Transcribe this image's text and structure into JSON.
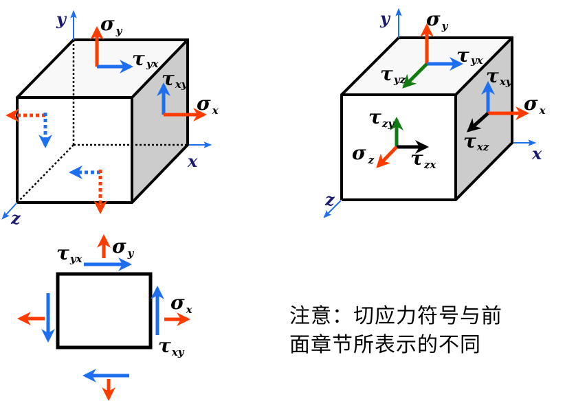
{
  "colors": {
    "normal_stress": "#ff3c00",
    "shear_xy": "#1e6ff0",
    "shear_z": "#117a11",
    "shear_black": "#000000",
    "axis": "#1e6ff0",
    "axis_label": "#1a1a6e",
    "top_face": "#f8f8f8",
    "right_face": "#cccccc"
  },
  "left_cube": {
    "axes": {
      "x": "x",
      "y": "y",
      "z": "z"
    },
    "labels": {
      "sigma_y": {
        "sym": "σ",
        "sub": "y"
      },
      "tau_yx": {
        "sym": "τ",
        "sub": "yx"
      },
      "tau_xy": {
        "sym": "τ",
        "sub": "xy"
      },
      "sigma_x": {
        "sym": "σ",
        "sub": "x"
      }
    }
  },
  "right_cube": {
    "axes": {
      "x": "x",
      "y": "y",
      "z": "z"
    },
    "labels": {
      "sigma_y": {
        "sym": "σ",
        "sub": "y"
      },
      "tau_yx": {
        "sym": "τ",
        "sub": "yx"
      },
      "tau_yz": {
        "sym": "τ",
        "sub": "yz"
      },
      "tau_xy": {
        "sym": "τ",
        "sub": "xy"
      },
      "sigma_x": {
        "sym": "σ",
        "sub": "x"
      },
      "tau_xz": {
        "sym": "τ",
        "sub": "xz"
      },
      "tau_zy": {
        "sym": "τ",
        "sub": "zy"
      },
      "sigma_z": {
        "sym": "σ",
        "sub": "z"
      },
      "tau_zx": {
        "sym": "τ",
        "sub": "zx"
      }
    }
  },
  "square": {
    "labels": {
      "tau_yx": {
        "sym": "τ",
        "sub": "yx"
      },
      "sigma_y": {
        "sym": "σ",
        "sub": "y"
      },
      "sigma_x": {
        "sym": "σ",
        "sub": "x"
      },
      "tau_xy": {
        "sym": "τ",
        "sub": "xy"
      }
    }
  },
  "note": {
    "line1": "注意：切应力符号与前",
    "line2": "面章节所表示的不同"
  }
}
